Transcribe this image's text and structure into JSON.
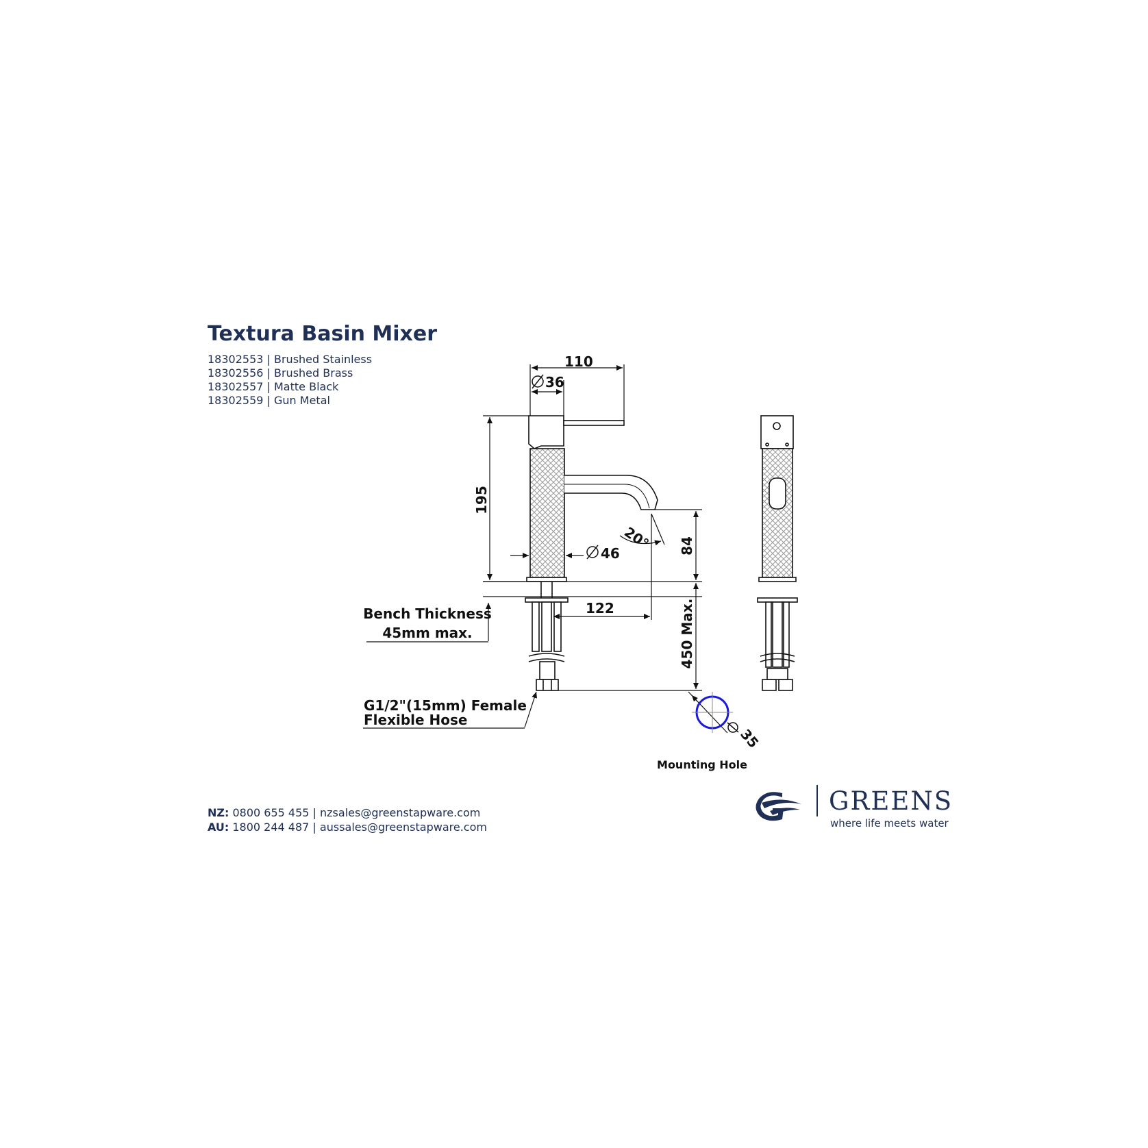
{
  "product": {
    "title": "Textura Basin Mixer",
    "variants": [
      {
        "code": "18302553",
        "finish": "Brushed Stainless"
      },
      {
        "code": "18302556",
        "finish": "Brushed Brass"
      },
      {
        "code": "18302557",
        "finish": "Matte Black"
      },
      {
        "code": "18302559",
        "finish": "Gun Metal"
      }
    ]
  },
  "dimensions": {
    "width_110": "110",
    "handle_diameter": "36",
    "height_195": "195",
    "angle": "20°",
    "body_diameter": "46",
    "spout_height": "84",
    "reach_122": "122",
    "hose_length": "450 Max.",
    "hole_diameter": "35"
  },
  "notes": {
    "bench_line1": "Bench Thickness",
    "bench_line2": "45mm max.",
    "hose_line1": "G1/2\"(15mm) Female",
    "hose_line2": "Flexible Hose",
    "mounting_hole": "Mounting Hole"
  },
  "contact": {
    "nz_label": "NZ:",
    "nz_text": "0800 655 455 | nzsales@greenstapware.com",
    "au_label": "AU:",
    "au_text": "1800 244 487  | aussales@greenstapware.com"
  },
  "brand": {
    "name": "GREENS",
    "tagline": "where life meets water",
    "color": "#1f2f55"
  },
  "colors": {
    "mounting_hole_circle": "#1a1adb",
    "line": "#111111"
  }
}
